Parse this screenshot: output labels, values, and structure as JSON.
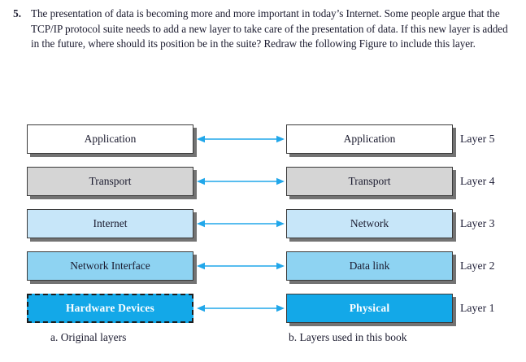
{
  "question": {
    "number": "5.",
    "text": "The presentation of data is becoming more and more important in today’s Internet. Some people argue that the TCP/IP protocol suite needs to add a new layer to take care of the presentation of data. If this new layer is added in the future, where should its position be in the suite? Redraw the following Figure to include this layer."
  },
  "figure": {
    "colors": {
      "white": "#ffffff",
      "gray": "#d5d5d5",
      "light_blue": "#c7e6f9",
      "medium_blue": "#8ed3f2",
      "bright_blue": "#13a8e8",
      "arrow": "#21a7ea",
      "border": "#3a3a3a",
      "shadow": "#5a5a5a"
    },
    "rows": [
      {
        "left_label": "Application",
        "right_label": "Application",
        "layer_label": "Layer 5",
        "left_style": "v-white",
        "right_style": "v-white",
        "left_dashed": false,
        "arrow": "double-headed-arrow"
      },
      {
        "left_label": "Transport",
        "right_label": "Transport",
        "layer_label": "Layer 4",
        "left_style": "v-gray",
        "right_style": "v-gray",
        "left_dashed": false,
        "arrow": "double-headed-arrow"
      },
      {
        "left_label": "Internet",
        "right_label": "Network",
        "layer_label": "Layer 3",
        "left_style": "v-blue1",
        "right_style": "v-blue1",
        "left_dashed": false,
        "arrow": "double-headed-arrow"
      },
      {
        "left_label": "Network Interface",
        "right_label": "Data link",
        "layer_label": "Layer 2",
        "left_style": "v-blue2",
        "right_style": "v-blue2",
        "left_dashed": false,
        "arrow": "double-headed-arrow"
      },
      {
        "left_label": "Hardware Devices",
        "right_label": "Physical",
        "layer_label": "Layer 1",
        "left_style": "v-blue3",
        "right_style": "v-blue3",
        "left_dashed": true,
        "arrow": "double-headed-arrow"
      }
    ],
    "caption_a": "a. Original layers",
    "caption_b": "b. Layers used in this book"
  }
}
